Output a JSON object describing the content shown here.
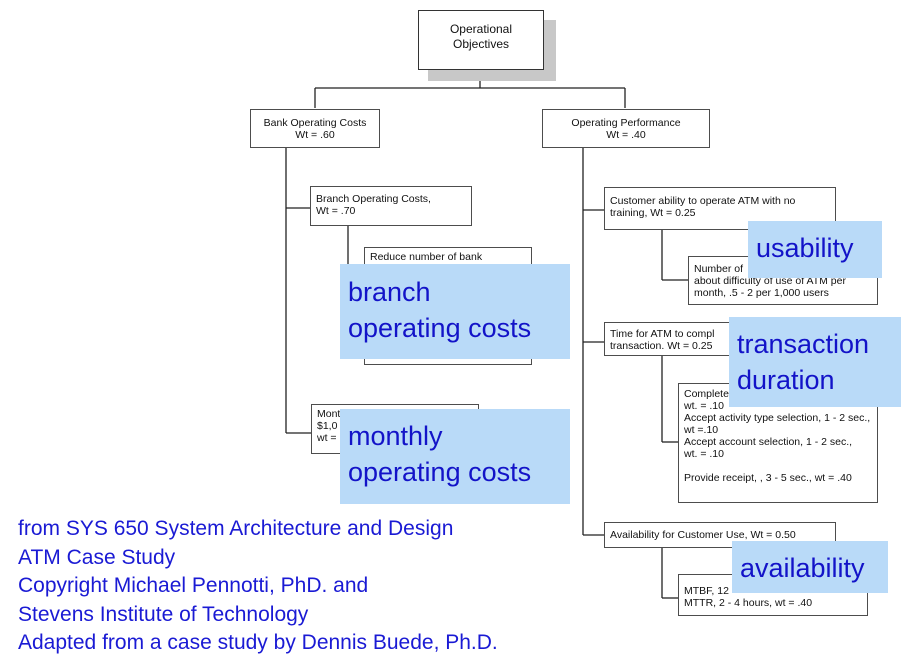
{
  "root": {
    "lines": [
      "Operational",
      "Objectives"
    ]
  },
  "bank_costs": {
    "lines": [
      "Bank Operating Costs",
      "Wt = .60"
    ]
  },
  "op_perf": {
    "lines": [
      "Operating Performance",
      "Wt = .40"
    ]
  },
  "branch_costs": {
    "lines": [
      "Branch Operating Costs,",
      "Wt = .70"
    ]
  },
  "reduce_banks": {
    "lines": [
      "Reduce number of bank"
    ]
  },
  "monthly_costs": {
    "lines": [
      "Mont",
      "$1,0",
      "wt ="
    ]
  },
  "customer_ability": {
    "lines": [
      "Customer ability to operate ATM with no",
      "training, Wt = 0.25"
    ]
  },
  "complaints": {
    "lines": [
      "Number of",
      "about difficulty of use of ATM per",
      "month, .5 - 2 per 1,000 users"
    ]
  },
  "time_for_atm": {
    "lines": [
      "Time for ATM to compl",
      "transaction.  Wt = 0.25"
    ]
  },
  "transaction_items": {
    "lines": [
      "Complete",
      "wt. = .10",
      "Accept activity type selection, 1 - 2 sec.,",
      "wt =.10",
      "Accept account selection, 1 - 2 sec.,",
      "wt. = .10",
      "",
      "Provide receipt, , 3 - 5 sec., wt = .40"
    ]
  },
  "availability_box": {
    "lines": [
      "Availability for Customer Use, Wt = 0.50"
    ]
  },
  "mtbf": {
    "lines": [
      "MTBF, 12",
      "MTTR, 2 - 4 hours, wt = .40"
    ]
  },
  "overlays": {
    "usability": [
      "usability"
    ],
    "branch": [
      "branch",
      "operating costs"
    ],
    "monthly": [
      "monthly",
      "operating costs"
    ],
    "transaction": [
      "transaction",
      "duration"
    ],
    "availability": [
      "availability"
    ]
  },
  "credits": [
    "from SYS 650 System Architecture and Design",
    "ATM Case Study",
    "Copyright Michael Pennotti, PhD. and",
    "Stevens Institute of Technology",
    "Adapted from a case study by Dennis Buede, Ph.D."
  ],
  "colors": {
    "overlay_bg": "#b9daf8",
    "overlay_text": "#1313c8",
    "credit_text": "#1a1ad4",
    "lines": "#222222"
  }
}
